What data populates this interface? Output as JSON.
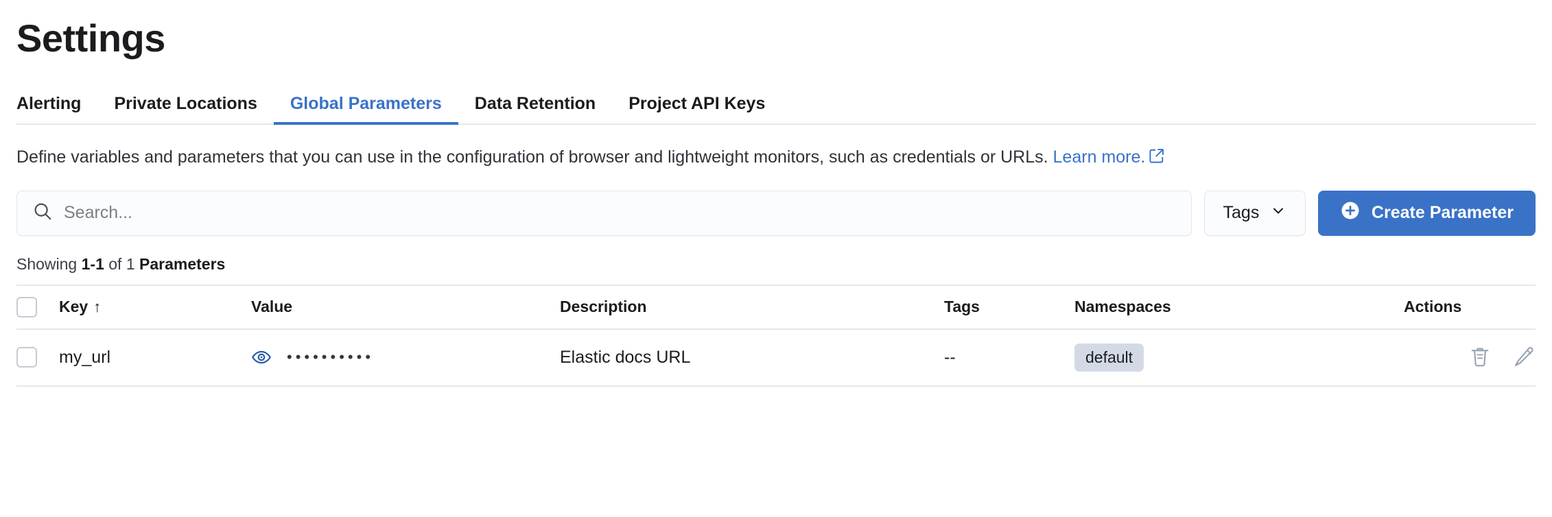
{
  "header": {
    "title": "Settings"
  },
  "tabs": [
    {
      "label": "Alerting",
      "active": false
    },
    {
      "label": "Private Locations",
      "active": false
    },
    {
      "label": "Global Parameters",
      "active": true
    },
    {
      "label": "Data Retention",
      "active": false
    },
    {
      "label": "Project API Keys",
      "active": false
    }
  ],
  "description": {
    "text": "Define variables and parameters that you can use in the configuration of browser and lightweight monitors, such as credentials or URLs.",
    "link_label": "Learn more.",
    "link_icon": "external-link-icon"
  },
  "controls": {
    "search": {
      "placeholder": "Search...",
      "value": "",
      "icon": "search-icon"
    },
    "tags_filter": {
      "label": "Tags",
      "icon": "chevron-down-icon"
    },
    "create_button": {
      "label": "Create Parameter",
      "icon": "plus-circle-icon"
    }
  },
  "results": {
    "showing_prefix": "Showing ",
    "range": "1-1",
    "middle": " of 1 ",
    "unit": "Parameters"
  },
  "table": {
    "columns": [
      {
        "key": "checkbox",
        "label": ""
      },
      {
        "key": "key",
        "label": "Key",
        "sorted": "asc",
        "sort_icon": "arrow-up-icon"
      },
      {
        "key": "value",
        "label": "Value"
      },
      {
        "key": "description",
        "label": "Description"
      },
      {
        "key": "tags",
        "label": "Tags"
      },
      {
        "key": "namespaces",
        "label": "Namespaces"
      },
      {
        "key": "actions",
        "label": "Actions"
      }
    ],
    "rows": [
      {
        "key": "my_url",
        "value_masked": "••••••••••",
        "value_toggle_icon": "eye-icon",
        "description": "Elastic docs URL",
        "tags": "--",
        "namespaces": [
          "default"
        ],
        "actions": [
          {
            "name": "delete",
            "icon": "trash-icon"
          },
          {
            "name": "edit",
            "icon": "pencil-icon"
          }
        ]
      }
    ]
  },
  "colors": {
    "accent_blue": "#3a72c8",
    "text_primary": "#1b1c1e",
    "border": "#e3e6ef",
    "badge_bg": "#d3dae6",
    "icon_grey": "#98a2b3"
  }
}
